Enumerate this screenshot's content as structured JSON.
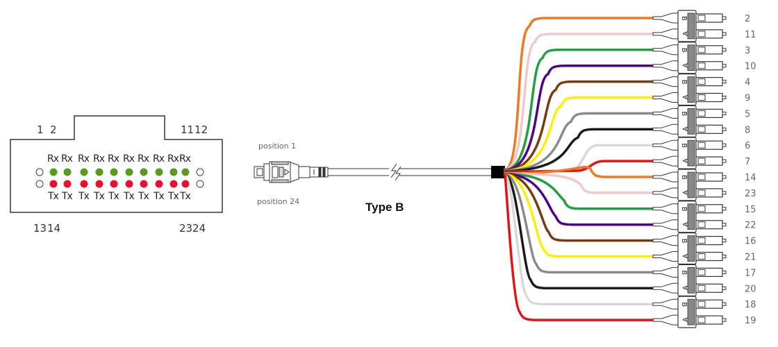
{
  "title": "Type B",
  "connector_labels": {
    "position_top": "position 1",
    "position_bottom": "position 24"
  },
  "port_face": {
    "top_left_pins": [
      "1",
      "2"
    ],
    "top_right_pins": [
      "11",
      "12"
    ],
    "bottom_left_pins": [
      "13",
      "14"
    ],
    "bottom_right_pins": [
      "23",
      "24"
    ],
    "rx_label": "Rx",
    "tx_label": "Tx",
    "rx_count": 10,
    "tx_count": 10,
    "rx_color": "#5a9a1e",
    "tx_color": "#e8102a",
    "unused_color": "#ffffff"
  },
  "breakout": {
    "legs": [
      {
        "number": "2",
        "color": "#f07820"
      },
      {
        "number": "11",
        "color": "#f0c8c8"
      },
      {
        "number": "3",
        "color": "#20a040"
      },
      {
        "number": "10",
        "color": "#500090"
      },
      {
        "number": "4",
        "color": "#7a3a10"
      },
      {
        "number": "9",
        "color": "#ffee00"
      },
      {
        "number": "5",
        "color": "#8a8a8a"
      },
      {
        "number": "8",
        "color": "#1a1a1a"
      },
      {
        "number": "6",
        "color": "#d8d8d8"
      },
      {
        "number": "7",
        "color": "#e81010"
      },
      {
        "number": "14",
        "color": "#f07820"
      },
      {
        "number": "23",
        "color": "#f0c8c8"
      },
      {
        "number": "15",
        "color": "#20a040"
      },
      {
        "number": "22",
        "color": "#500090"
      },
      {
        "number": "16",
        "color": "#7a3a10"
      },
      {
        "number": "21",
        "color": "#ffee00"
      },
      {
        "number": "17",
        "color": "#8a8a8a"
      },
      {
        "number": "20",
        "color": "#1a1a1a"
      },
      {
        "number": "18",
        "color": "#d8d8d8"
      },
      {
        "number": "19",
        "color": "#e81010"
      }
    ],
    "duplex_letters": [
      "B",
      "A"
    ]
  }
}
